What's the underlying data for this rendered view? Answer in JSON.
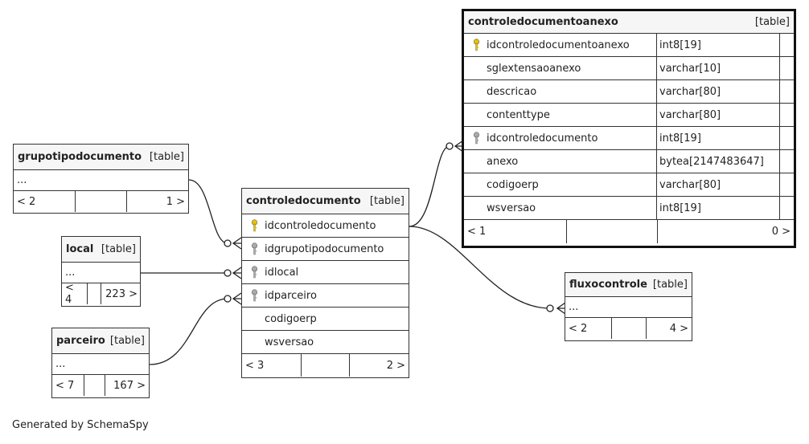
{
  "tables": {
    "controledocumentoanexo": {
      "name": "controledocumentoanexo",
      "kind": "[table]",
      "columns": [
        {
          "name": "idcontroledocumentoanexo",
          "type": "int8[19]",
          "key": "pk"
        },
        {
          "name": "sglextensaoanexo",
          "type": "varchar[10]",
          "key": ""
        },
        {
          "name": "descricao",
          "type": "varchar[80]",
          "key": ""
        },
        {
          "name": "contenttype",
          "type": "varchar[80]",
          "key": ""
        },
        {
          "name": "idcontroledocumento",
          "type": "int8[19]",
          "key": "fk"
        },
        {
          "name": "anexo",
          "type": "bytea[2147483647]",
          "key": ""
        },
        {
          "name": "codigoerp",
          "type": "varchar[80]",
          "key": ""
        },
        {
          "name": "wsversao",
          "type": "int8[19]",
          "key": ""
        }
      ],
      "foot_left": "< 1",
      "foot_right": "0 >"
    },
    "grupotipodocumento": {
      "name": "grupotipodocumento",
      "kind": "[table]",
      "ellipsis": "...",
      "foot_left": "< 2",
      "foot_right": "1 >"
    },
    "local": {
      "name": "local",
      "kind": "[table]",
      "ellipsis": "...",
      "foot_left": "< 4",
      "foot_right": "223 >"
    },
    "parceiro": {
      "name": "parceiro",
      "kind": "[table]",
      "ellipsis": "...",
      "foot_left": "< 7",
      "foot_right": "167 >"
    },
    "controledocumento": {
      "name": "controledocumento",
      "kind": "[table]",
      "columns": [
        {
          "name": "idcontroledocumento",
          "key": "pk"
        },
        {
          "name": "idgrupotipodocumento",
          "key": "fk"
        },
        {
          "name": "idlocal",
          "key": "fk"
        },
        {
          "name": "idparceiro",
          "key": "fk"
        },
        {
          "name": "codigoerp",
          "key": ""
        },
        {
          "name": "wsversao",
          "key": ""
        }
      ],
      "foot_left": "< 3",
      "foot_right": "2 >"
    },
    "fluxocontrole": {
      "name": "fluxocontrole",
      "kind": "[table]",
      "ellipsis": "...",
      "foot_left": "< 2",
      "foot_right": "4 >"
    }
  },
  "colors": {
    "pk_key": "#e8c200",
    "fk_key": "#aaaaaa"
  },
  "footer_text": "Generated by SchemaSpy"
}
